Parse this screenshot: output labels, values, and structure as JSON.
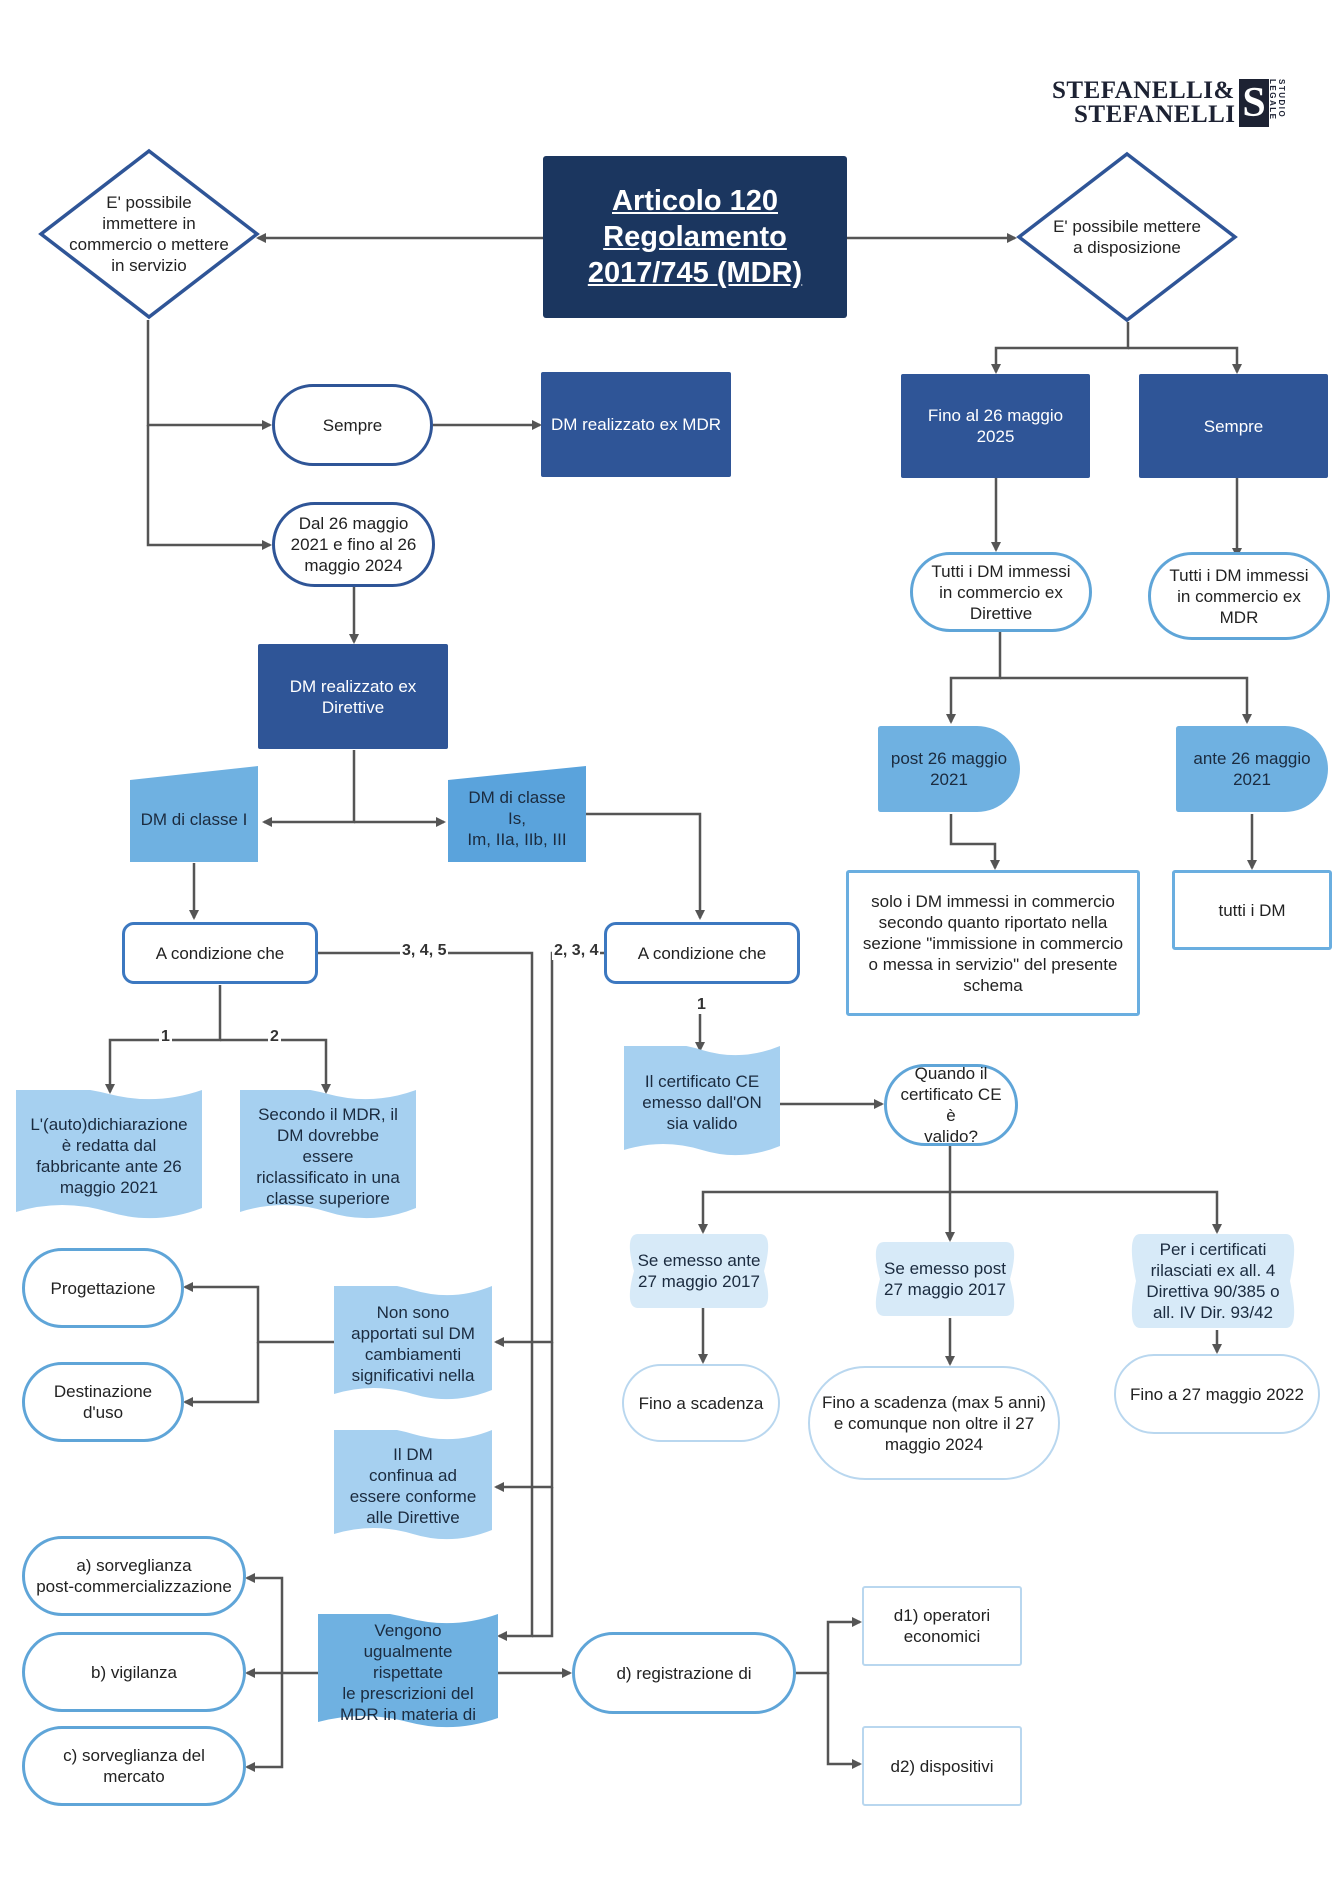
{
  "logo": {
    "line1": "STEFANELLI&",
    "line2": "STEFANELLI",
    "monogram": "S",
    "side_text": "STUDIO LEGALE"
  },
  "title": "Articolo 120\nRegolamento\n2017/745 (MDR)",
  "left_branch": {
    "question": "E' possibile\nimmettere in\ncommercio o mettere\nin servizio",
    "always": "Sempre",
    "always_result": "DM realizzato ex MDR",
    "period": "Dal 26 maggio\n2021 e fino al 26\nmaggio 2024",
    "directives": "DM realizzato ex\nDirettive",
    "class_i": "DM di classe I",
    "class_other": "DM di classe Is,\nIm, IIa, IIb, III",
    "condition_1": "A condizione che",
    "condition_2": "A condizione che",
    "cond1_opt1": "L'(auto)dichiarazione\nè redatta dal\nfabbricante ante 26\nmaggio 2021",
    "cond1_opt2": "Secondo il MDR, il\nDM dovrebbe essere\nriclassificato in una\nclasse superiore",
    "edge_labels": {
      "one_a": "1",
      "two": "2",
      "three_four_five": "3, 4, 5",
      "two_three_four": "2, 3, 4",
      "one_b": "1"
    },
    "no_changes": "Non sono\napportati  sul DM\ncambiamenti\nsignificativi   nella",
    "design": "Progettazione",
    "intended_use": "Destinazione d'uso",
    "still_compliant": "Il              DM\nconfinua ad\nessere conforme\nalle Direttive",
    "mdr_prescriptions": "Vengono\nugualmente rispettate\nle prescrizioni del\nMDR in materia di",
    "item_a": "a) sorveglianza\npost-commercializzazione",
    "item_b": "b) vigilanza",
    "item_c": "c) sorveglianza del\nmercato",
    "item_d": "d) registrazione di",
    "item_d1": "d1) operatori\neconomici",
    "item_d2": "d2) dispositivi",
    "ce_valid": "Il certificato CE\nemesso dall'ON\nsia valido",
    "ce_when": "Quando il\ncertificato CE è\nvalido?",
    "ante_2017": "Se emesso ante\n27 maggio 2017",
    "post_2017": "Se emesso post\n27 maggio 2017",
    "cert_dir": "Per i certificati\nrilasciati ex all. 4\nDirettiva 90/385 o\nall. IV Dir. 93/42",
    "until_expiry": "Fino a scadenza",
    "until_expiry_max": "Fino a scadenza (max 5 anni)\ne comunque non oltre il 27\nmaggio 2024",
    "until_2022": "Fino a 27 maggio 2022"
  },
  "right_branch": {
    "question": "E' possibile mettere\na disposizione",
    "until_2025": "Fino al 26 maggio\n2025",
    "always": "Sempre",
    "all_directives": "Tutti i DM immessi\nin commercio ex\nDirettive",
    "all_mdr": "Tutti i DM immessi\nin commercio ex\nMDR",
    "post_2021": "post 26 maggio\n2021",
    "ante_2021": "ante 26 maggio\n2021",
    "only_placed": "solo i DM immessi in commercio\nsecondo quanto riportato nella\nsezione \"immissione in commercio\no messa in servizio\" del presente\nschema",
    "all_dm": "tutti i DM"
  },
  "colors": {
    "navy": "#1b365f",
    "blue": "#2f5597",
    "light_blue": "#6fb1e1",
    "pale_blue": "#b9d7ef",
    "connector": "#555555"
  }
}
